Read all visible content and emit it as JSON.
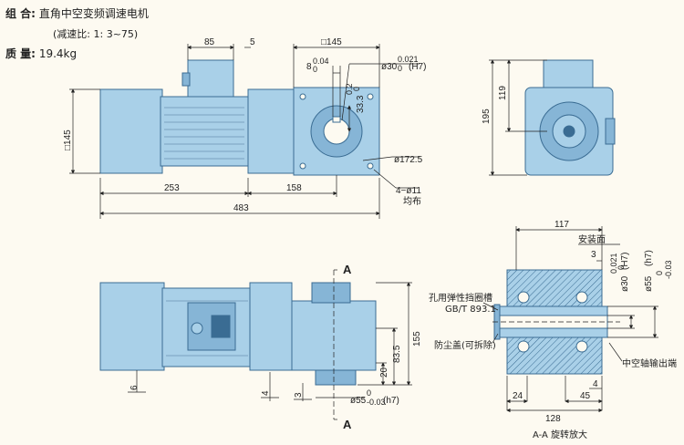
{
  "header": {
    "combo_label": "组 合:",
    "combo_value": "直角中空变频调速电机",
    "ratio_note": "(减速比: 1: 3~75)",
    "mass_label": "质 量:",
    "mass_value": "19.4kg"
  },
  "colors": {
    "body": "#a9d0e8",
    "body_dark": "#86b5d6",
    "outline": "#3a6c93",
    "background": "#fdfaf1",
    "hatch": "#5b8fb8"
  },
  "top_view": {
    "dims": {
      "d85": "85",
      "d5": "5",
      "sq145_top": "□145",
      "keyway": "8",
      "keyway_tol": "0.04",
      "keyway_tol2": "0",
      "bore_d": "ø30",
      "bore_tol": "0.021",
      "bore_tol2": "0",
      "bore_fit": "(H7)",
      "bore_depth": "33.3",
      "bore_depth_tol": "0.2",
      "bore_depth_tol2": "0",
      "pcd": "ø172.5",
      "sq145_left": "□145",
      "d253": "253",
      "d158": "158",
      "d483": "483",
      "holes": "4−ø11",
      "holes_note": "均布"
    }
  },
  "side_view": {
    "dims": {
      "d119": "119",
      "d195": "195"
    }
  },
  "front_view": {
    "section_mark": "A",
    "dims": {
      "d6": "6",
      "d4": "4",
      "d3": "3",
      "d20": "20",
      "d83_5": "83.5",
      "d155": "155",
      "shaft_d": "ø55",
      "shaft_tol": "0",
      "shaft_tol2": "-0.03",
      "shaft_fit": "(h7)"
    }
  },
  "section_view": {
    "title": "A-A 旋转放大",
    "labels": {
      "mount_face": "安装面",
      "circlip": "孔用弹性挡圈槽",
      "circlip_std": "GB/T 893.1",
      "cover": "防尘盖(可拆除)",
      "shaft_out": "中空轴输出端"
    },
    "dims": {
      "d117": "117",
      "d3": "3",
      "bore_d": "ø30",
      "bore_tol": "0.021",
      "bore_tol2": "0",
      "bore_fit": "(H7)",
      "shaft_d": "ø55",
      "shaft_tol": "0",
      "shaft_tol2": "-0.03",
      "shaft_fit": "(h7)",
      "d4": "4",
      "d24": "24",
      "d45": "45",
      "d128": "128"
    }
  }
}
